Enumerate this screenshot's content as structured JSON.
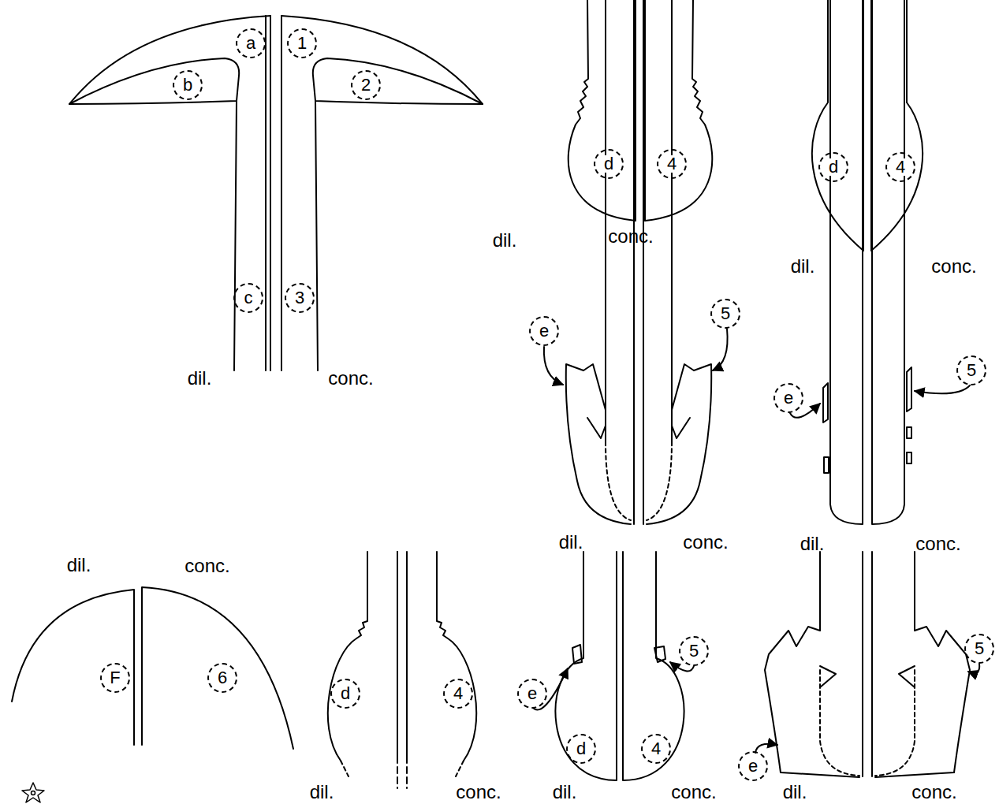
{
  "diagram": {
    "labels": [
      "a",
      "1",
      "b",
      "2",
      "c",
      "3",
      "dil.",
      "conc.",
      "d",
      "4",
      "dil.",
      "conc.",
      "d",
      "4",
      "dil.",
      "conc.",
      "e",
      "5",
      "dil.",
      "conc.",
      "e",
      "5",
      "dil.",
      "conc.",
      "dil.",
      "conc.",
      "F",
      "6",
      "d",
      "4",
      "dil.",
      "conc.",
      "e",
      "5",
      "d",
      "4",
      "dil.",
      "conc.",
      "e",
      "5",
      "dil.",
      "conc."
    ]
  }
}
